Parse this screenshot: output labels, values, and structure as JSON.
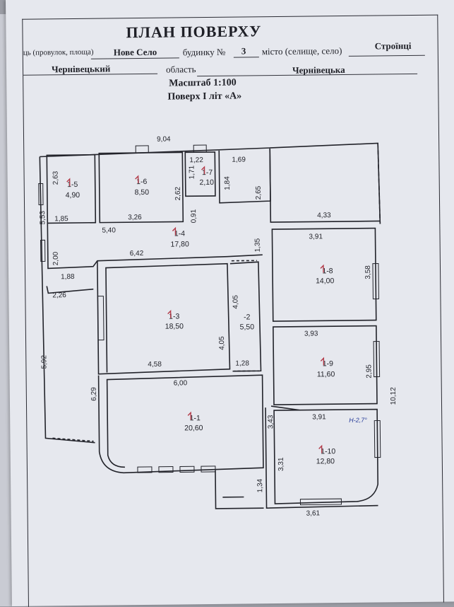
{
  "header": {
    "title": "ПЛАН ПОВЕРХУ",
    "street_label": "ць (провулок, площа)",
    "street_value": "Нове Село",
    "house_label": "будинку №",
    "house_value": "3",
    "city_label": "місто (селище, село)",
    "city_value": "Строїнці",
    "district_value": "Чернівецький",
    "region_label": "область",
    "region_value": "Чернівецька",
    "scale": "Масштаб 1:100",
    "floor": "Поверх І літ «А»"
  },
  "rooms": [
    {
      "number": "1-5",
      "area": "4,90"
    },
    {
      "number": "1-6",
      "area": "8,50"
    },
    {
      "number": "1-7",
      "area": "2,10"
    },
    {
      "number": "1-4",
      "area": "17,80"
    },
    {
      "number": "1-8",
      "area": "14,00"
    },
    {
      "number": "1-3",
      "area": "18,50"
    },
    {
      "number": "-2",
      "area": "5,50"
    },
    {
      "number": "1-9",
      "area": "11,60"
    },
    {
      "number": "1-1",
      "area": "20,60"
    },
    {
      "number": "1-10",
      "area": "12,80"
    }
  ],
  "dimensions": [
    "9,04",
    "1,22",
    "1,69",
    "2,63",
    "2,62",
    "1,71",
    "1,84",
    "2,65",
    "5,53",
    "1,85",
    "3,26",
    "0,91",
    "5,40",
    "4,33",
    "1,35",
    "3,91",
    "6,42",
    "2,00",
    "3,58",
    "1,88",
    "2,26",
    "4,05",
    "4,05",
    "3,93",
    "5,92",
    "4,58",
    "1,28",
    "2,95",
    "6,29",
    "6,00",
    "10,12",
    "3,43",
    "3,91",
    "3,31",
    "1,34",
    "3,61"
  ],
  "annotation": "H-2,7°",
  "colors": {
    "ink": "#22232a",
    "red_mark": "#b33a48",
    "blue_mark": "#2a3f9a",
    "paper": "#e6e8ee"
  }
}
